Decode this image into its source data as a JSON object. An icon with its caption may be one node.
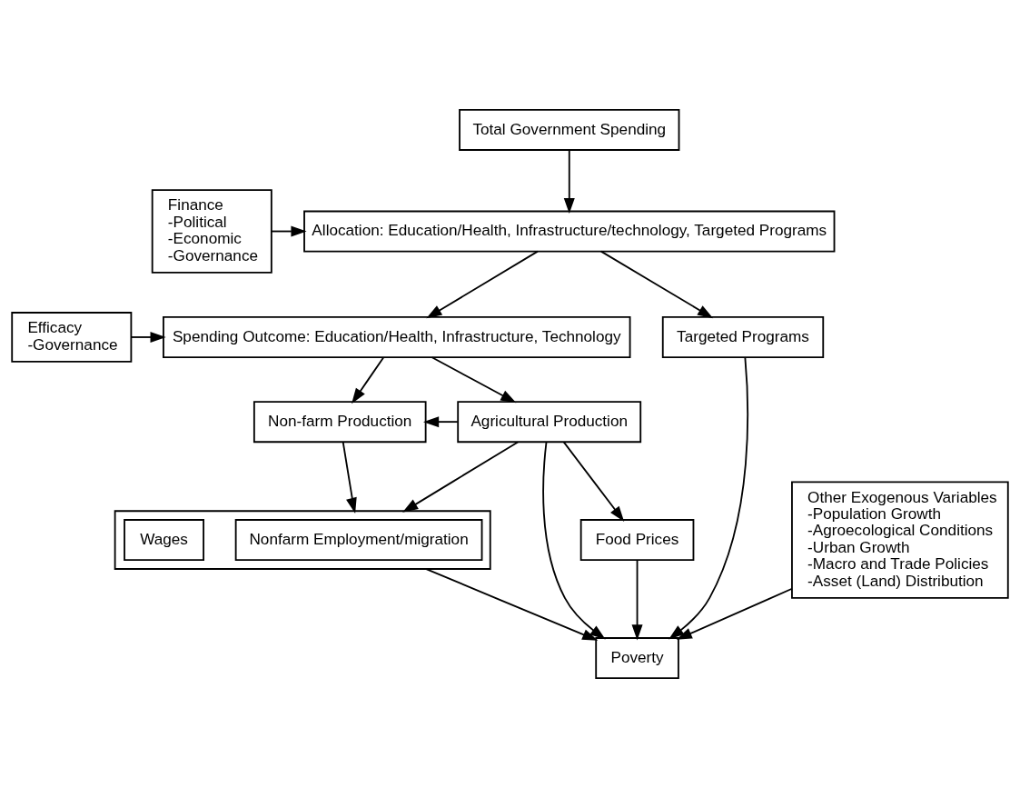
{
  "diagram": {
    "nodes": [
      {
        "text": [
          "Total Government Spending"
        ]
      },
      {
        "text": [
          "Finance",
          "-Political",
          "-Economic",
          "-Governance"
        ]
      },
      {
        "text": [
          "Allocation: Education/Health, Infrastructure/technology, Targeted Programs"
        ]
      },
      {
        "text": [
          "Efficacy",
          "-Governance"
        ]
      },
      {
        "text": [
          "Spending Outcome: Education/Health, Infrastructure, Technology"
        ]
      },
      {
        "text": [
          "Non-farm Production"
        ]
      },
      {
        "text": [
          "Agricultural Production"
        ]
      },
      {
        "text": [],
        "shape": "box"
      },
      {
        "text": [
          "Wages"
        ],
        "in": 7
      },
      {
        "text": [
          "Nonfarm Employment/migration"
        ],
        "in": 7
      },
      {
        "text": [
          "Targeted Programs"
        ]
      },
      {
        "text": [
          "Other Exogenous Variables",
          "-Population Growth",
          "-Agroecological Conditions",
          "-Urban Growth",
          "-Macro and Trade Policies",
          "-Asset (Land) Distribution"
        ]
      },
      {
        "text": [
          "Food Prices"
        ]
      },
      {
        "text": [
          "Poverty"
        ]
      }
    ],
    "edges": [
      {
        "from": 0,
        "to": 2,
        "arrow": "to"
      },
      {
        "from": 1,
        "to": 2,
        "arrow": "to"
      },
      {
        "from": 2,
        "to": 4,
        "arrow": "to"
      },
      {
        "from": 3,
        "to": 4,
        "arrow": "to"
      },
      {
        "from": 2,
        "to": 10,
        "arrow": "to"
      },
      {
        "from": 4,
        "to": 5,
        "arrow": "to"
      },
      {
        "from": 4,
        "to": 6,
        "arrow": "to"
      },
      {
        "from": 6,
        "to": 5,
        "arrow": "to"
      },
      {
        "from": 5,
        "to": 7,
        "arrow": "to"
      },
      {
        "from": 6,
        "to": 7,
        "arrow": "to"
      },
      {
        "from": 6,
        "to": 12,
        "arrow": "to"
      },
      {
        "from": 11,
        "to": 13,
        "arrow": "to"
      },
      {
        "from": 7,
        "to": 13,
        "arrow": "to"
      },
      {
        "from": 6,
        "to": 13,
        "arrow": "to"
      },
      {
        "from": 12,
        "to": 13,
        "arrow": "to"
      },
      {
        "from": 10,
        "to": 13,
        "arrow": "to"
      }
    ]
  }
}
